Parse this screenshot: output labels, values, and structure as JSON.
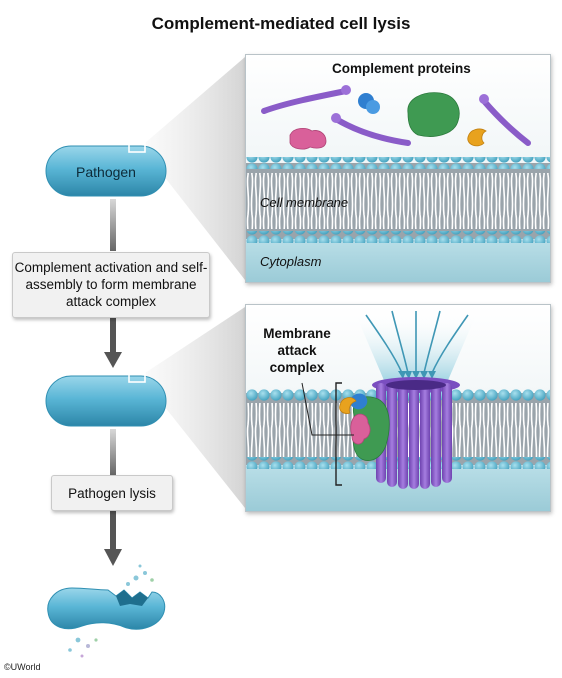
{
  "title": "Complement-mediated cell lysis",
  "pathogen_label": "Pathogen",
  "step1_text": "Complement activation and self-assembly to form membrane attack complex",
  "step2_text": "Pathogen lysis",
  "panel1": {
    "title": "Complement proteins",
    "membrane_label": "Cell membrane",
    "cytoplasm_label": "Cytoplasm"
  },
  "panel2": {
    "mac_label": "Membrane attack complex"
  },
  "copyright": "©UWorld",
  "colors": {
    "pathogen": "#5ab6d6",
    "membrane_heads": "#5fb6cc",
    "mac_pore": "#8a5cc8",
    "protein_green": "#3f9a52",
    "protein_pink": "#d9609a",
    "protein_blue": "#2f7fd0",
    "protein_orange": "#e8a21e",
    "arrow": "#555555"
  }
}
